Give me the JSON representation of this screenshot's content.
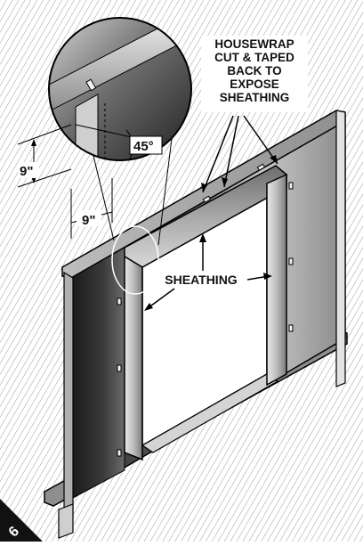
{
  "callout_title": {
    "line1": "HOUSEWRAP",
    "line2": "CUT & TAPED",
    "line3": "BACK TO",
    "line4": "EXPOSE",
    "line5": "SHEATHING"
  },
  "sheathing_label": "SHEATHING",
  "dim_vertical": "9\"",
  "dim_horizontal": "9\"",
  "angle_label": "45°",
  "corner_tab_glyph": "6"
}
